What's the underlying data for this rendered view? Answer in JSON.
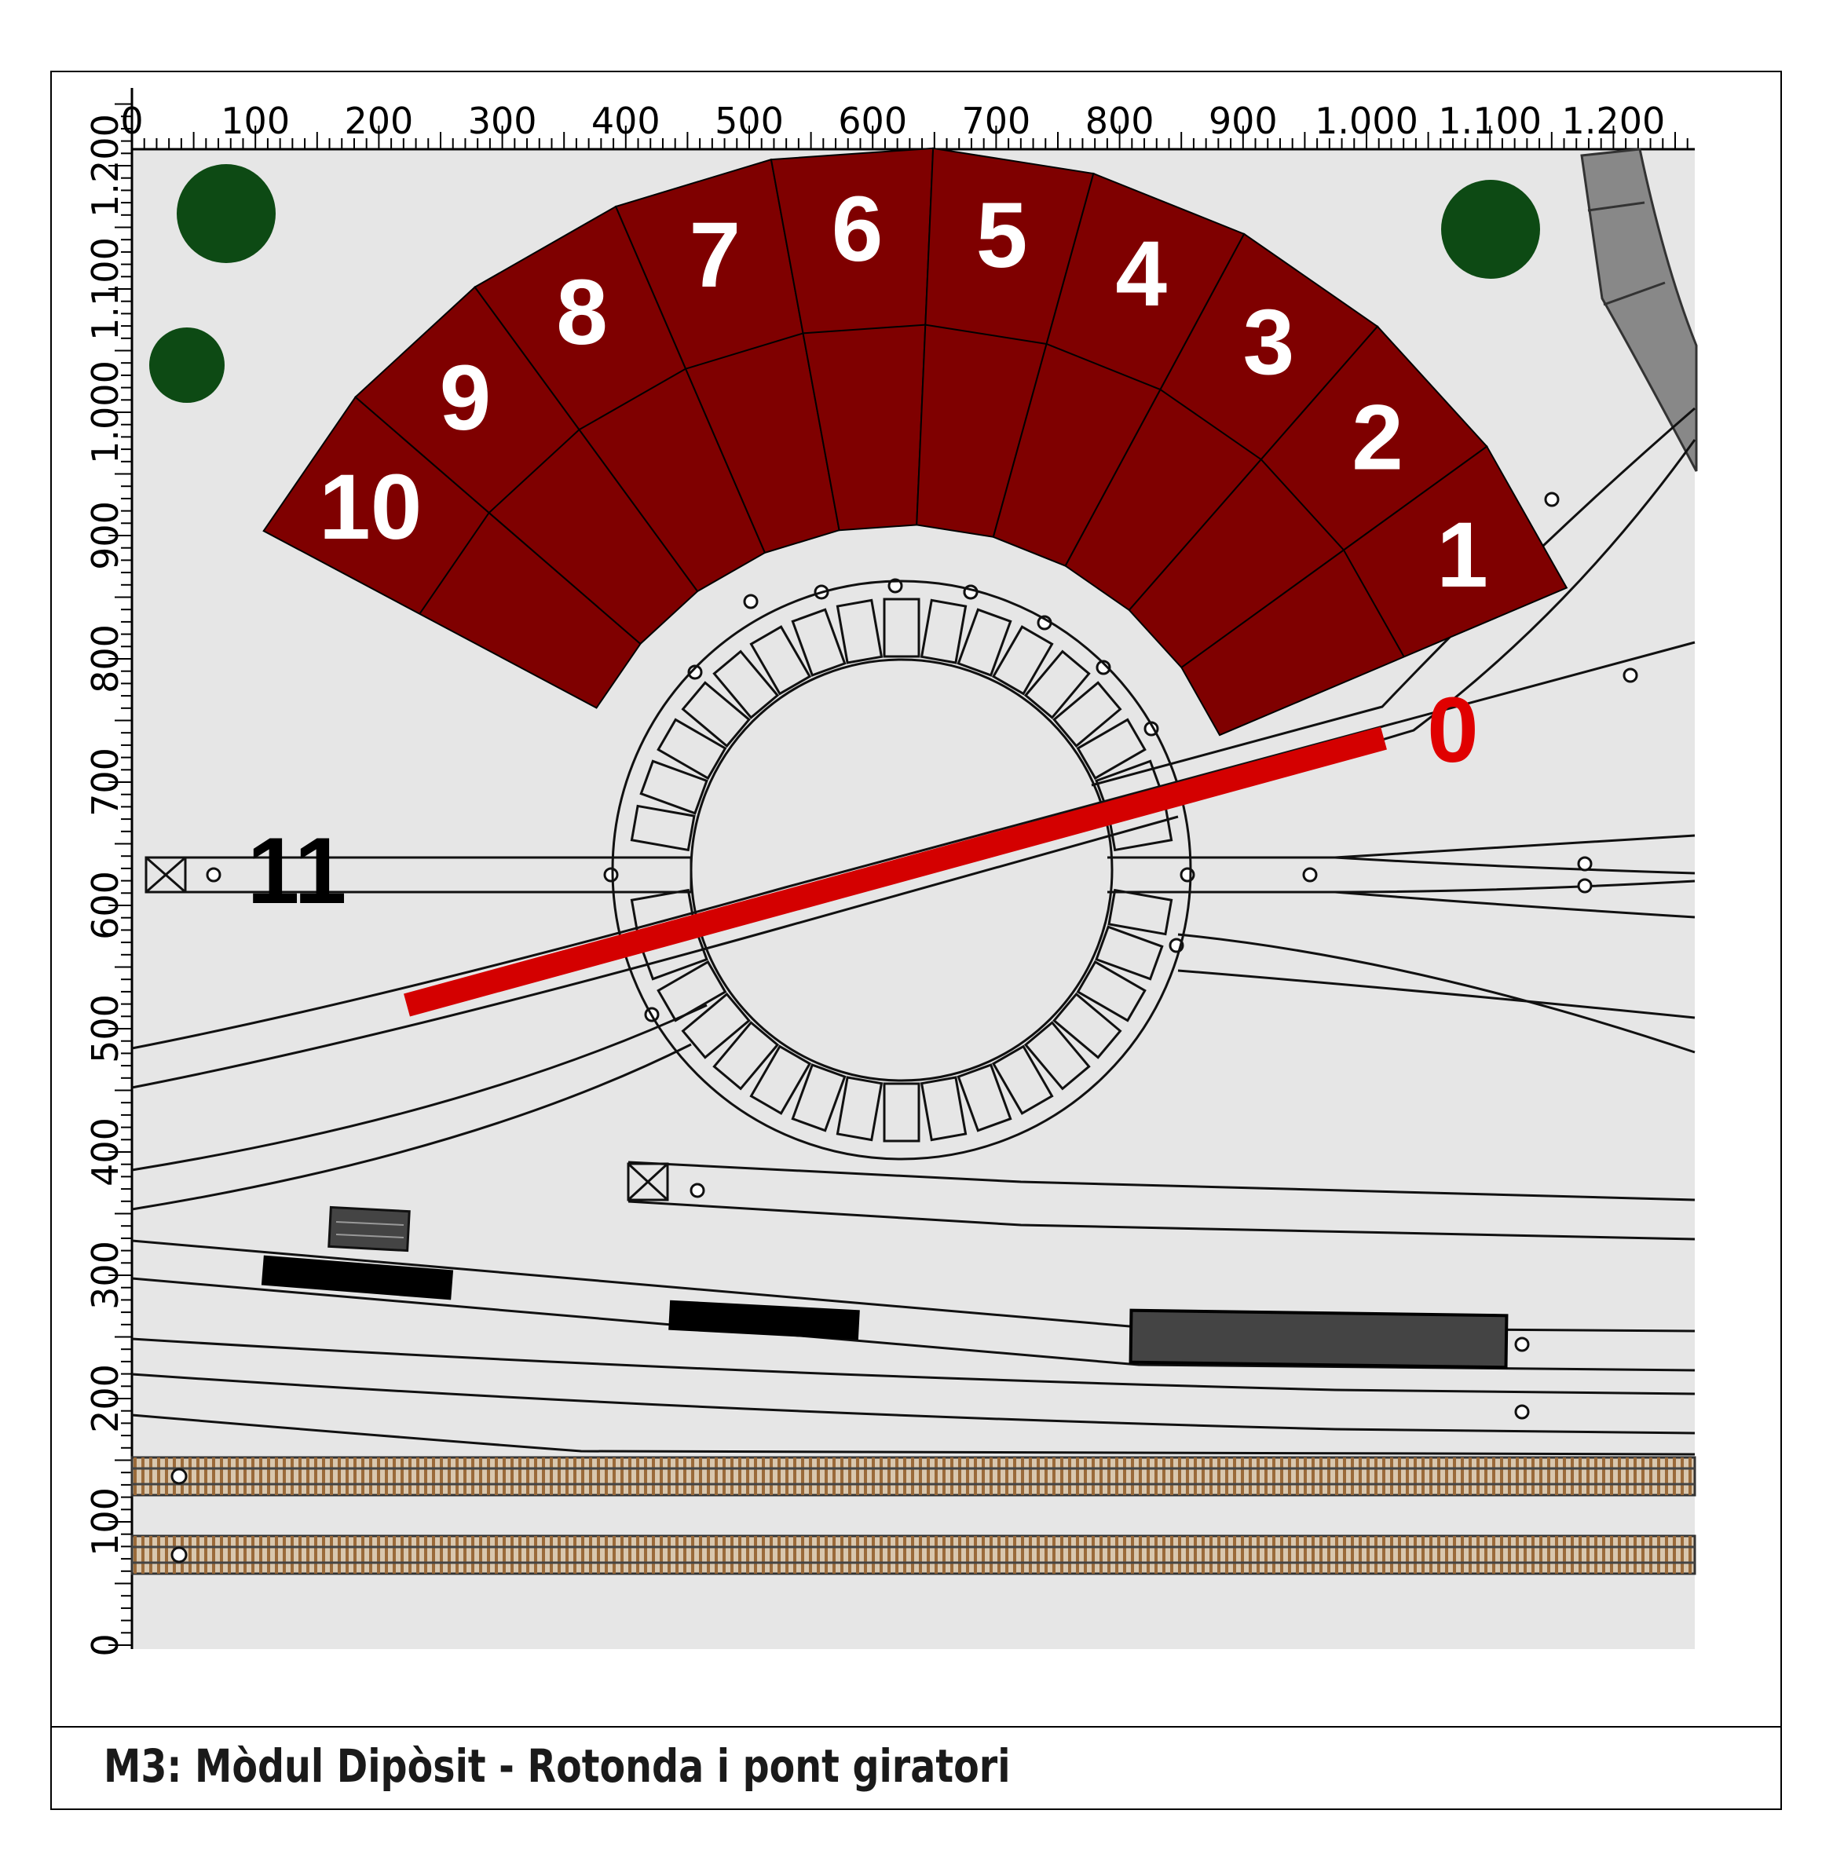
{
  "title": "M3: Mòdul Dipòsit - Rotonda i pont giratori",
  "ruler": {
    "x_ticks": [
      "0",
      "100",
      "200",
      "300",
      "400",
      "500",
      "600",
      "700",
      "800",
      "900",
      "1.000",
      "1.100",
      "1.200"
    ],
    "y_ticks": [
      "0",
      "100",
      "200",
      "300",
      "400",
      "500",
      "600",
      "700",
      "800",
      "900",
      "1.000",
      "1.100",
      "1.200"
    ]
  },
  "roundhouse_stalls": [
    "1",
    "2",
    "3",
    "4",
    "5",
    "6",
    "7",
    "8",
    "9",
    "10"
  ],
  "turntable_label": "0",
  "track_label": "11",
  "colors": {
    "roundhouse": "#7f0000",
    "turntable_bridge": "#d40000",
    "tree": "#0d4a14",
    "board": "#e6e6e6",
    "ties": "#9a6a3a",
    "rail": "#444444"
  }
}
